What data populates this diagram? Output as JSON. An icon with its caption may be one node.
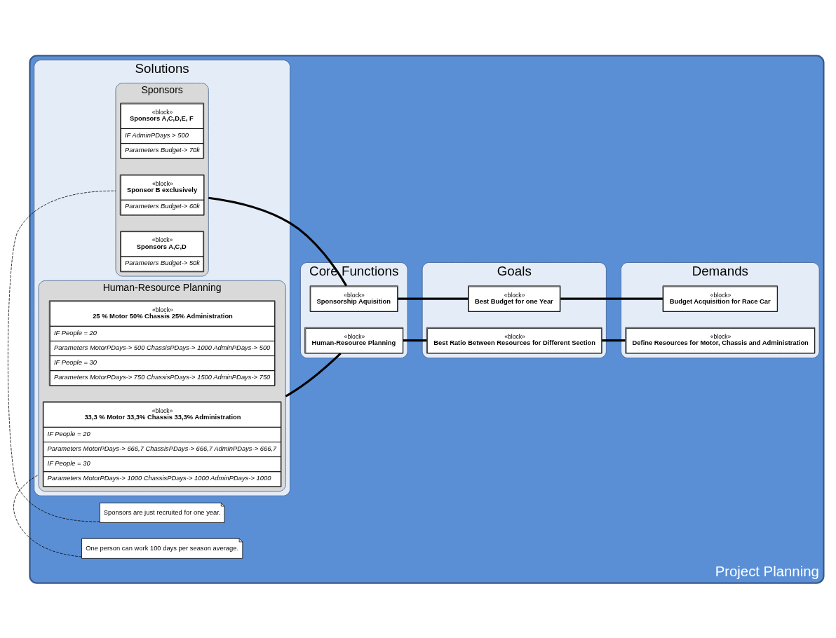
{
  "diagram": {
    "nodes": [
      {
        "text": [
          "Project Planning"
        ]
      },
      {
        "text": [
          "Solutions"
        ],
        "in": 0
      },
      {
        "text": [
          "Sponsors"
        ],
        "in": 1
      },
      {
        "text": [
          "«block»",
          "Sponsors A,C,D,E, F",
          "IF AdminPDays > 500",
          "Parameters Budget-> 70k"
        ],
        "in": 2
      },
      {
        "text": [
          "«block»",
          "Sponsor B exclusively",
          "Parameters Budget-> 60k"
        ],
        "in": 2
      },
      {
        "text": [
          "«block»",
          "Sponsors A,C,D",
          "Parameters Budget-> 50k"
        ],
        "in": 2
      },
      {
        "text": [
          "Human-Resource Planning"
        ],
        "in": 1
      },
      {
        "text": [
          "«block»",
          "25 % Motor 50% Chassis 25% Administration",
          "IF People = 20",
          "Parameters MotorPDays-> 500 ChassisPDays-> 1000 AdminPDays-> 500",
          "IF People = 30",
          "Parameters MotorPDays-> 750 ChassisPDays-> 1500 AdminPDays-> 750"
        ],
        "in": 6
      },
      {
        "text": [
          "«block»",
          "33,3 % Motor 33,3% Chassis 33,3% Administration",
          "IF People = 20",
          "Parameters MotorPDays-> 666,7 ChassisPDays-> 666,7 AdminPDays-> 666,7",
          "IF People = 30",
          "Parameters MotorPDays-> 1000 ChassisPDays-> 1000 AdminPDays-> 1000"
        ],
        "in": 6
      },
      {
        "text": [
          "Core Functions"
        ],
        "in": 0
      },
      {
        "text": [
          "«block»",
          "Sponsorship Aquisition"
        ],
        "in": 9
      },
      {
        "text": [
          "«block»",
          "Human-Resource Planning"
        ],
        "in": 9
      },
      {
        "text": [
          "Goals"
        ],
        "in": 0
      },
      {
        "text": [
          "«block»",
          "Best Budget for one Year"
        ],
        "in": 12
      },
      {
        "text": [
          "«block»",
          "Best Ratio Between Resources for Different Section"
        ],
        "in": 12
      },
      {
        "text": [
          "Demands"
        ],
        "in": 0
      },
      {
        "text": [
          "«block»",
          "Budget Acquisition for Race Car"
        ],
        "in": 15
      },
      {
        "text": [
          "«block»",
          "Define Resources for Motor, Chassis and Administration"
        ],
        "in": 15
      },
      {
        "text": [
          "Sponsors are just recruited for one year."
        ],
        "in": 0
      },
      {
        "text": [
          "One person can work 100 days per season average."
        ],
        "in": 0
      }
    ],
    "edges": [
      {
        "from": 2,
        "to": 10,
        "arrow": "none"
      },
      {
        "from": 10,
        "to": 13,
        "arrow": "none"
      },
      {
        "from": 13,
        "to": 16,
        "arrow": "none"
      },
      {
        "from": 6,
        "to": 11,
        "arrow": "none"
      },
      {
        "from": 11,
        "to": 14,
        "arrow": "none"
      },
      {
        "from": 14,
        "to": 17,
        "arrow": "none"
      },
      {
        "from": 18,
        "to": 2,
        "arrow": "none",
        "style": "dashed"
      },
      {
        "from": 19,
        "to": 6,
        "arrow": "none",
        "style": "dashed"
      }
    ]
  }
}
